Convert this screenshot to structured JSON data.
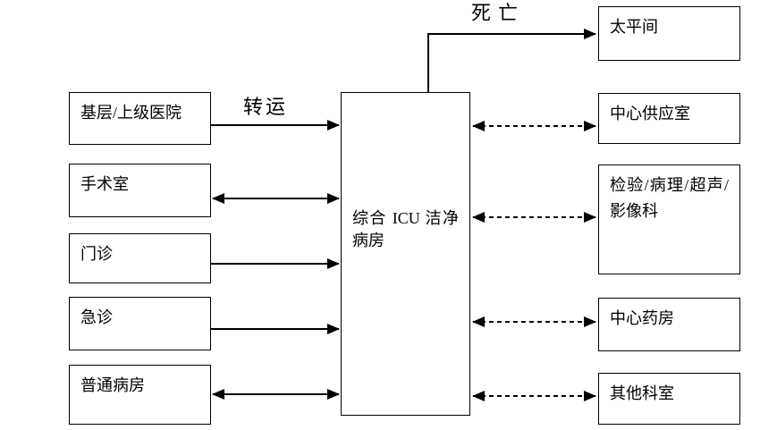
{
  "diagram": {
    "type": "flowchart",
    "language": "zh-CN",
    "center_node": {
      "id": "icu-clean-ward",
      "label": "综合 ICU 洁净病房"
    },
    "left_nodes": [
      {
        "id": "primary-hospital",
        "label": "基层/上级医院"
      },
      {
        "id": "operating-room",
        "label": "手术室"
      },
      {
        "id": "outpatient",
        "label": "门诊"
      },
      {
        "id": "emergency",
        "label": "急诊"
      },
      {
        "id": "general-ward",
        "label": "普通病房"
      }
    ],
    "right_nodes": [
      {
        "id": "morgue",
        "label": "太平间"
      },
      {
        "id": "central-supply",
        "label": "中心供应室"
      },
      {
        "id": "lab-path-us-imaging",
        "label": "检验/病理/超声/影像科"
      },
      {
        "id": "central-pharmacy",
        "label": "中心药房"
      },
      {
        "id": "other-departments",
        "label": "其他科室"
      }
    ],
    "edge_labels": {
      "transfer": "转运",
      "death": "死亡"
    },
    "edges": [
      {
        "from": "基层/上级医院",
        "to": "综合 ICU 洁净病房",
        "style": "solid",
        "direction": "one-way",
        "label": "转运"
      },
      {
        "from": "手术室",
        "to": "综合 ICU 洁净病房",
        "style": "solid",
        "direction": "two-way"
      },
      {
        "from": "门诊",
        "to": "综合 ICU 洁净病房",
        "style": "solid",
        "direction": "one-way"
      },
      {
        "from": "急诊",
        "to": "综合 ICU 洁净病房",
        "style": "solid",
        "direction": "one-way"
      },
      {
        "from": "普通病房",
        "to": "综合 ICU 洁净病房",
        "style": "solid",
        "direction": "two-way"
      },
      {
        "from": "综合 ICU 洁净病房",
        "to": "太平间",
        "style": "solid",
        "direction": "one-way",
        "label": "死亡"
      },
      {
        "from": "综合 ICU 洁净病房",
        "to": "中心供应室",
        "style": "dashed",
        "direction": "two-way"
      },
      {
        "from": "综合 ICU 洁净病房",
        "to": "检验/病理/超声/影像科",
        "style": "dashed",
        "direction": "two-way"
      },
      {
        "from": "综合 ICU 洁净病房",
        "to": "中心药房",
        "style": "dashed",
        "direction": "two-way"
      },
      {
        "from": "综合 ICU 洁净病房",
        "to": "其他科室",
        "style": "dashed",
        "direction": "two-way"
      }
    ],
    "colors": {
      "background": "#ffffff",
      "line": "#000000",
      "box_border": "#000000",
      "text": "#000000"
    }
  }
}
